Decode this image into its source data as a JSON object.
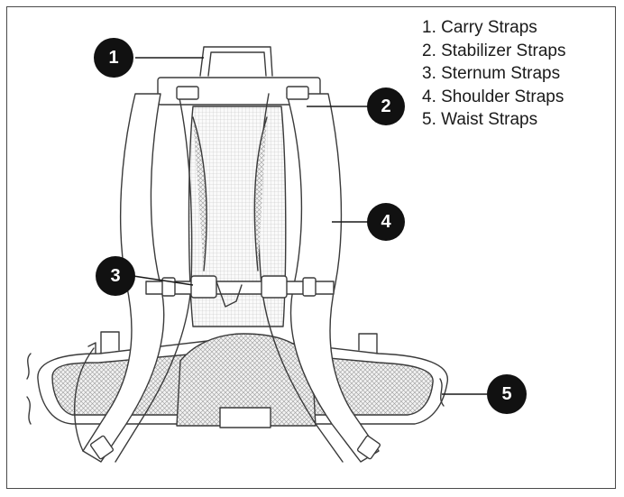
{
  "legend": {
    "items": [
      "1. Carry Straps",
      "2. Stabilizer Straps",
      "3. Sternum Straps",
      "4. Shoulder Straps",
      "5. Waist Straps"
    ]
  },
  "callouts": [
    "1",
    "2",
    "3",
    "4",
    "5"
  ],
  "colors": {
    "outline": "#3a3a3a",
    "mesh": "#9a9a9a",
    "callout_fill": "#111111",
    "background": "#ffffff"
  }
}
